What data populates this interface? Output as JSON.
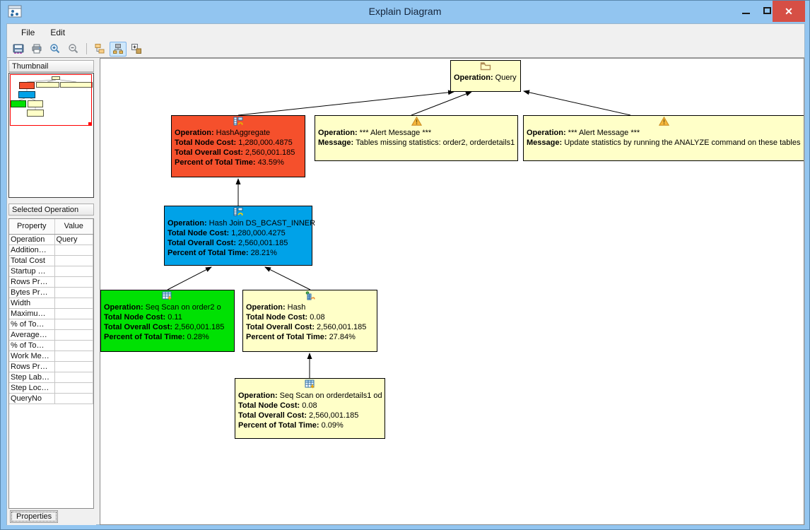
{
  "window": {
    "title": "Explain Diagram"
  },
  "menu": {
    "items": [
      {
        "label": "File"
      },
      {
        "label": "Edit"
      }
    ]
  },
  "toolbar": {
    "icons": [
      "save-icon",
      "print-icon",
      "zoom-in-icon",
      "zoom-out-icon",
      "tree-view-icon",
      "diagram-view-icon",
      "expand-nodes-icon"
    ],
    "selected_icon": "diagram-view-icon"
  },
  "sidebar": {
    "thumbnail_title": "Thumbnail",
    "selected_operation_title": "Selected Operation",
    "properties_tab_label": "Properties",
    "property_table": {
      "headers": [
        "Property",
        "Value"
      ],
      "rows": [
        [
          "Operation",
          "Query"
        ],
        [
          "Addition…",
          ""
        ],
        [
          "Total Cost",
          ""
        ],
        [
          "Startup …",
          ""
        ],
        [
          "Rows Pr…",
          ""
        ],
        [
          "Bytes Pr…",
          ""
        ],
        [
          "Width",
          ""
        ],
        [
          "Maximu…",
          ""
        ],
        [
          "% of To…",
          ""
        ],
        [
          "Average…",
          ""
        ],
        [
          "% of To…",
          ""
        ],
        [
          "Work Me…",
          ""
        ],
        [
          "Rows Pr…",
          ""
        ],
        [
          "Step Lab…",
          ""
        ],
        [
          "Step Loc…",
          ""
        ],
        [
          "QueryNo",
          ""
        ]
      ]
    }
  },
  "diagram": {
    "nodes": [
      {
        "id": "query",
        "icon": "folder-icon",
        "fields": [
          {
            "label": "Operation:",
            "value": "Query"
          }
        ]
      },
      {
        "id": "hash-aggregate",
        "icon": "aggregate-icon",
        "fields": [
          {
            "label": "Operation:",
            "value": "HashAggregate"
          },
          {
            "label": "Total Node Cost:",
            "value": "1,280,000.4875"
          },
          {
            "label": "Total Overall Cost:",
            "value": "2,560,001.185"
          },
          {
            "label": "Percent of Total Time:",
            "value": "43.59%"
          }
        ]
      },
      {
        "id": "alert-message-1",
        "icon": "warning-icon",
        "fields": [
          {
            "label": "Operation:",
            "value": "*** Alert Message ***"
          },
          {
            "label": "Message:",
            "value": "Tables missing statistics: order2, orderdetails1"
          }
        ]
      },
      {
        "id": "alert-message-2",
        "icon": "warning-icon",
        "fields": [
          {
            "label": "Operation:",
            "value": "*** Alert Message ***"
          },
          {
            "label": "Message:",
            "value": "Update statistics by running the ANALYZE command on these tables"
          }
        ]
      },
      {
        "id": "hash-join",
        "icon": "aggregate-icon",
        "fields": [
          {
            "label": "Operation:",
            "value": "Hash Join DS_BCAST_INNER"
          },
          {
            "label": "Total Node Cost:",
            "value": "1,280,000.4275"
          },
          {
            "label": "Total Overall Cost:",
            "value": "2,560,001.185"
          },
          {
            "label": "Percent of Total Time:",
            "value": "28.21%"
          }
        ]
      },
      {
        "id": "seq-scan-order2",
        "icon": "table-scan-icon",
        "fields": [
          {
            "label": "Operation:",
            "value": "Seq Scan on order2 o"
          },
          {
            "label": "Total Node Cost:",
            "value": "0.11"
          },
          {
            "label": "Total Overall Cost:",
            "value": "2,560,001.185"
          },
          {
            "label": "Percent of Total Time:",
            "value": "0.28%"
          }
        ]
      },
      {
        "id": "hash",
        "icon": "hash-icon",
        "fields": [
          {
            "label": "Operation:",
            "value": "Hash"
          },
          {
            "label": "Total Node Cost:",
            "value": "0.08"
          },
          {
            "label": "Total Overall Cost:",
            "value": "2,560,001.185"
          },
          {
            "label": "Percent of Total Time:",
            "value": "27.84%"
          }
        ]
      },
      {
        "id": "seq-scan-orderdetails1",
        "icon": "table-scan-icon",
        "fields": [
          {
            "label": "Operation:",
            "value": "Seq Scan on orderdetails1 od"
          },
          {
            "label": "Total Node Cost:",
            "value": "0.08"
          },
          {
            "label": "Total Overall Cost:",
            "value": "2,560,001.185"
          },
          {
            "label": "Percent of Total Time:",
            "value": "0.09%"
          }
        ]
      }
    ]
  },
  "colors": {
    "titlebar": "#92c5f0",
    "close_button": "#d64f45",
    "node_yellow": "#ffffc8",
    "node_red": "#f5502c",
    "node_blue": "#00a2e8",
    "node_green": "#00e103"
  }
}
